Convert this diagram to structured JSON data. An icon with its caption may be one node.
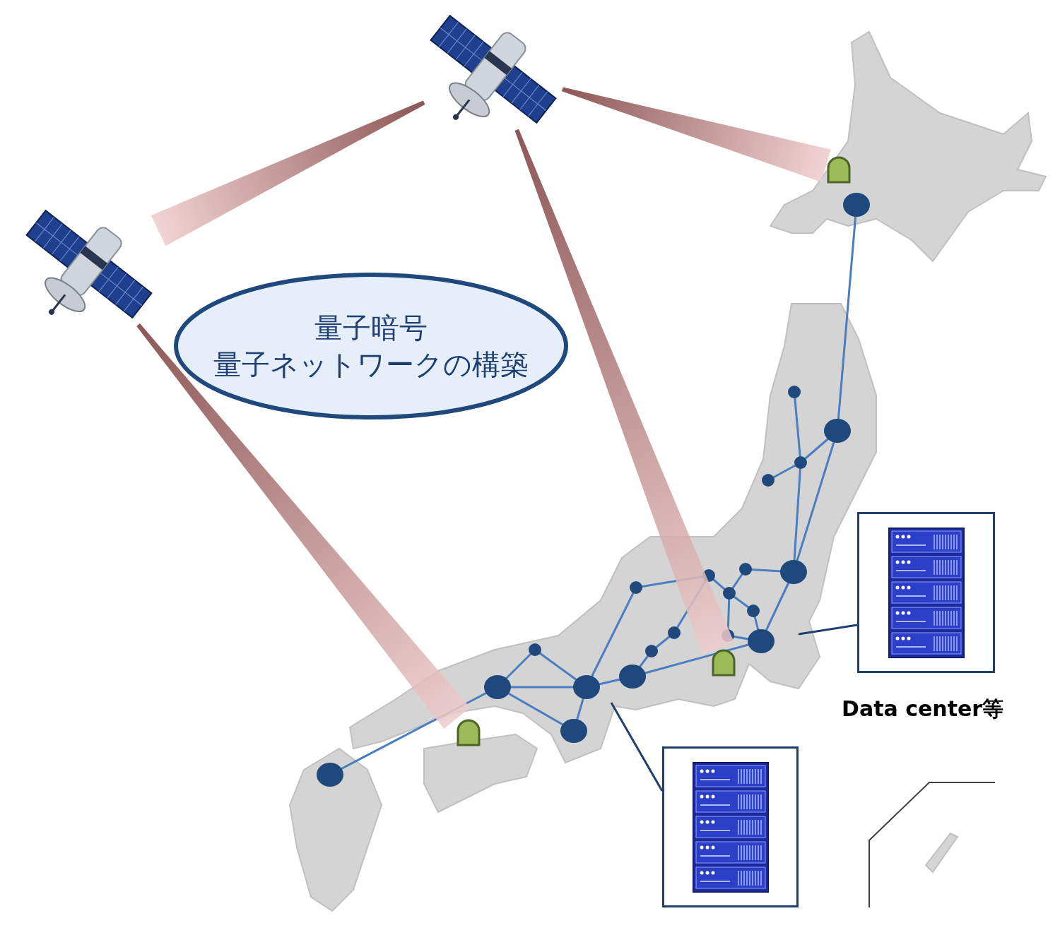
{
  "diagram": {
    "nodes": [
      {
        "text": [
          "量子暗号",
          "量子ネットワークの構築"
        ]
      },
      {
        "text": [],
        "shape": "picture"
      },
      {
        "text": [],
        "shape": "picture"
      },
      {
        "text": [],
        "shape": "dome"
      },
      {
        "text": [],
        "shape": "dome"
      },
      {
        "text": [],
        "shape": "dome"
      },
      {
        "text": [],
        "shape": "picture",
        "beside": [
          "Data center等"
        ]
      },
      {
        "text": [],
        "shape": "picture"
      }
    ],
    "edges": [
      {
        "from": 1,
        "to": 2,
        "arrow": "none"
      },
      {
        "from": 1,
        "to": 3,
        "arrow": "none"
      },
      {
        "from": 1,
        "to": 4,
        "arrow": "none"
      },
      {
        "from": 2,
        "to": 5,
        "arrow": "none"
      },
      {
        "from": 6,
        "to": null,
        "arrow": "none"
      },
      {
        "from": 7,
        "to": null,
        "arrow": "none"
      }
    ]
  }
}
